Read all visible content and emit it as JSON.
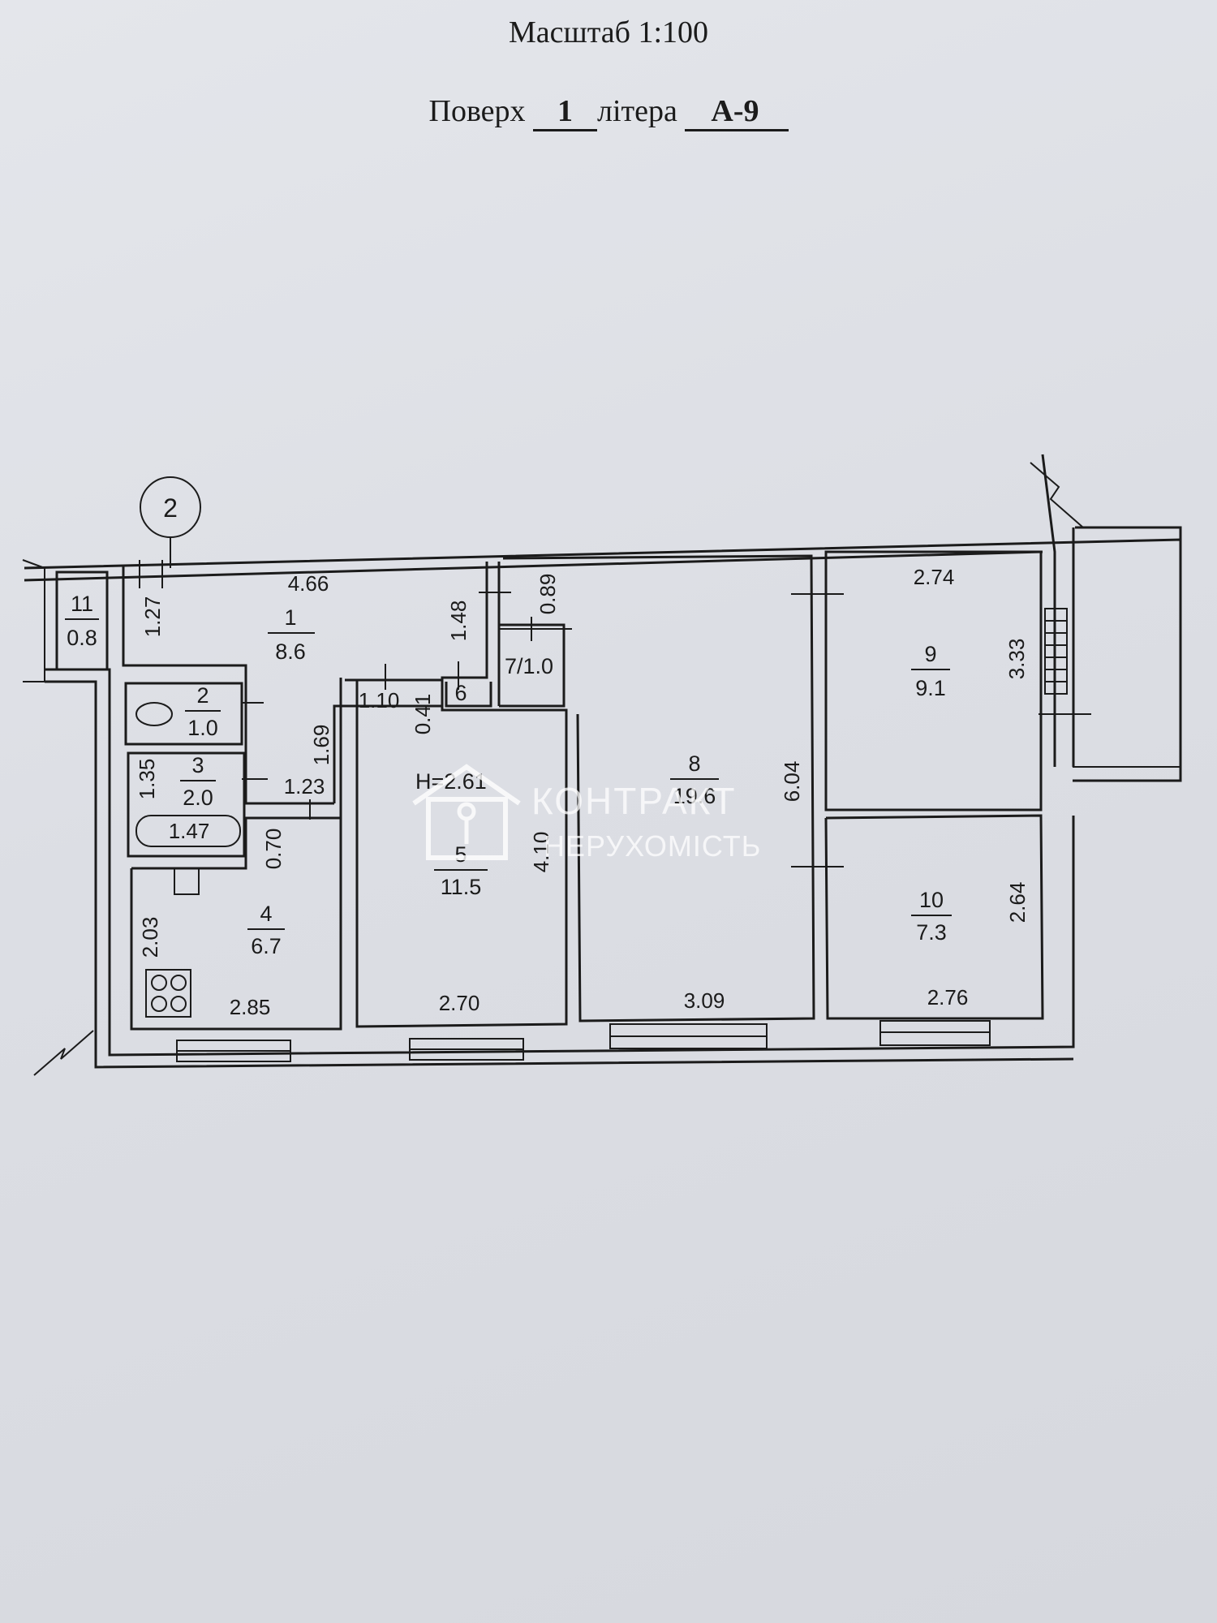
{
  "header": {
    "scale": "Масштаб 1:100",
    "floor_label": "Поверх",
    "floor_value": "1",
    "letter_label": "літера",
    "letter_value": "А-9"
  },
  "axis_marker": "2",
  "height_label": "Н=2.61",
  "rooms": [
    {
      "id": "1",
      "area": "8.6"
    },
    {
      "id": "2",
      "area": "1.0"
    },
    {
      "id": "3",
      "area": "2.0"
    },
    {
      "id": "4",
      "area": "6.7"
    },
    {
      "id": "5",
      "area": "11.5"
    },
    {
      "id": "6",
      "area": ""
    },
    {
      "id": "7/1.0",
      "area": ""
    },
    {
      "id": "8",
      "area": "19.6"
    },
    {
      "id": "9",
      "area": "9.1"
    },
    {
      "id": "10",
      "area": "7.3"
    },
    {
      "id": "11",
      "area": "0.8"
    }
  ],
  "dimensions": [
    "4.66",
    "1.27",
    "1.48",
    "0.89",
    "1.10",
    "0.41",
    "1.69",
    "1.35",
    "1.23",
    "1.47",
    "0.70",
    "2.03",
    "2.85",
    "2.70",
    "4.10",
    "3.09",
    "6.04",
    "2.74",
    "3.33",
    "2.64",
    "2.76"
  ],
  "watermark": {
    "line1": "КОНТРАКТ",
    "line2": "НЕРУХОМІСТЬ"
  }
}
